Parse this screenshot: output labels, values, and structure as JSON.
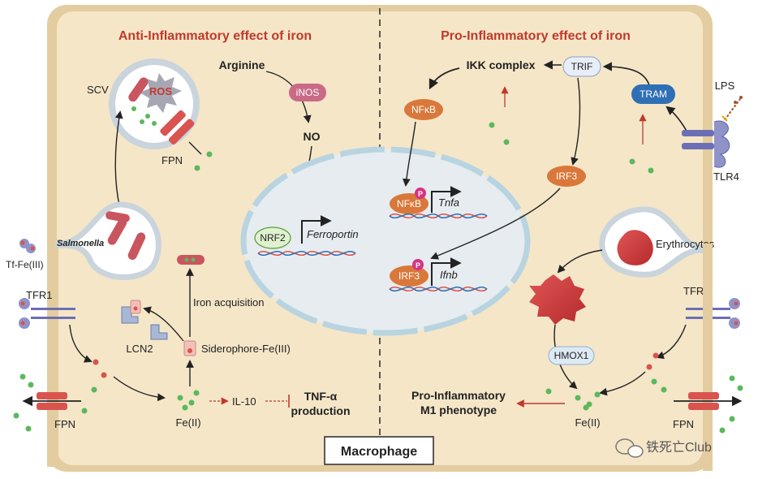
{
  "titles": {
    "left": "Anti-Inflammatory effect of iron",
    "right": "Pro-Inflammatory effect of iron",
    "cell": "Macrophage"
  },
  "left_labels": {
    "scv": "SCV",
    "ros": "ROS",
    "fpn_top": "FPN",
    "salmonella": "Salmonella",
    "tf_fe": "Tf-Fe(III)",
    "tfr1": "TFR1",
    "fpn_bottom": "FPN",
    "lcn2": "LCN2",
    "iron_acquisition": "Iron acquisition",
    "siderophore": "Siderophore-Fe(III)",
    "fe2": "Fe(II)",
    "il10": "IL-10",
    "tnf_line1": "TNF-α",
    "tnf_line2": "production",
    "arginine": "Arginine",
    "inos": "iNOS",
    "no": "NO"
  },
  "nucleus": {
    "nrf2": "NRF2",
    "ferroportin": "Ferroportin",
    "nfkb_p": "NFκB",
    "tnfa": "Tnfa",
    "irf3_p": "IRF3",
    "ifnb": "Ifnb",
    "phospho": "P"
  },
  "right_labels": {
    "ikk": "IKK complex",
    "trif": "TRIF",
    "tram": "TRAM",
    "lps": "LPS",
    "tlr4": "TLR4",
    "nfkb": "NFκB",
    "irf3": "IRF3",
    "erythrocytes": "Erythrocytes",
    "tfr1": "TFR1",
    "hmox1": "HMOX1",
    "m1_line1": "Pro-Inflammatory",
    "m1_line2": "M1 phenotype",
    "fe2": "Fe(II)",
    "fpn": "FPN"
  },
  "watermark": "铁死亡Club",
  "colors": {
    "cytoplasm": "#f5e6c8",
    "membrane": "#e3cda0",
    "title_red": "#c0392b",
    "iron_green": "#5cb85c",
    "receptor_purple": "#6b6fb5",
    "nucleus": "#e6ecef",
    "orange_protein": "#d9783a",
    "tram_blue": "#2f6fb5",
    "inos_pink": "#c96b86",
    "fpn_red": "#d9534f"
  }
}
